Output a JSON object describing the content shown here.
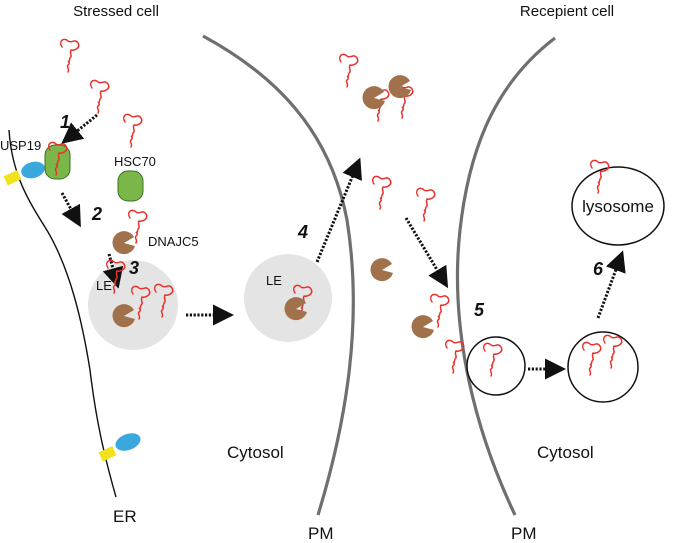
{
  "labels": {
    "stressed_cell": "Stressed cell",
    "recipient_cell": "Recepient cell",
    "usp19": "USP19",
    "hsc70": "HSC70",
    "dnajc5": "DNAJC5",
    "le_1": "LE",
    "le_2": "LE",
    "lysosome": "lysosome",
    "cytosol_1": "Cytosol",
    "cytosol_2": "Cytosol",
    "er": "ER",
    "pm_1": "PM",
    "pm_2": "PM"
  },
  "steps": [
    "1",
    "2",
    "3",
    "4",
    "5",
    "6"
  ],
  "colors": {
    "protein": "#e8322c",
    "hsc70": "#7ab648",
    "dnajc5": "#a0714a",
    "usp19": "#3aa7dd",
    "anchor": "#f2e21b",
    "vesicle": "#e4e4e4",
    "membrane": "#6f6f6f"
  }
}
